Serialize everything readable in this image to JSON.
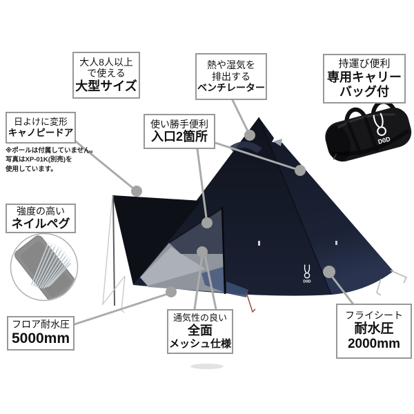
{
  "product": {
    "brand": "DOD",
    "tent_logo_text": "D0D",
    "bag_logo_text": "D0D"
  },
  "callouts": {
    "size": {
      "line1": "大人8人以上",
      "line2": "で使える",
      "line3": "大型サイズ"
    },
    "ventilator": {
      "line1": "熱や湿気を",
      "line2": "排出する",
      "line3": "ベンチレーター"
    },
    "carry_bag": {
      "line1": "持運び便利",
      "line2": "専用キャリー",
      "line3": "バッグ付"
    },
    "entrance": {
      "line1": "使い勝手便利",
      "line2": "入口2箇所"
    },
    "canopy": {
      "line1": "日よけに変形",
      "line2": "キャノピードア"
    },
    "canopy_note": {
      "line1": "※ポールは付属していません。",
      "line2": "写真はXP-01K(別売)を",
      "line3": "使用しています。"
    },
    "peg": {
      "line1": "強度の高い",
      "line2": "ネイルペグ"
    },
    "floor": {
      "line1": "フロア耐水圧",
      "line2": "5000mm"
    },
    "mesh": {
      "line1": "通気性の良い",
      "line2": "全面",
      "line3": "メッシュ仕様"
    },
    "flysheet": {
      "line1": "フライシート",
      "line2": "耐水圧",
      "line3": "2000mm"
    }
  },
  "icons": {
    "rabbit_logo": "dod-rabbit-logo",
    "carry_bag": "black-duffel-bag-photo",
    "nail_pegs": "nail-pegs-in-pouch-photo"
  },
  "colors": {
    "background": "#ffffff",
    "box_border": "#979797",
    "leader_gray": "#ababab",
    "dot_gray": "#a2a2a2",
    "tent_navy": "#151a26",
    "tent_navy_light": "#2a3450",
    "mesh_gray": "#8f949d",
    "mesh_blue": "#49597f",
    "logo_white": "#ffffff"
  }
}
